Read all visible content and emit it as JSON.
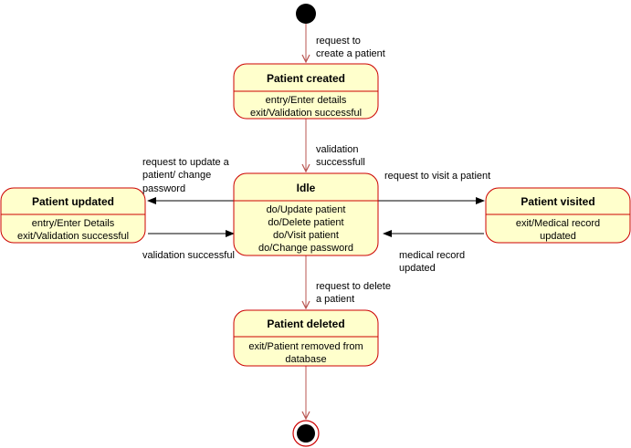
{
  "colors": {
    "state_fill": "#ffffcc",
    "state_stroke": "#cc0000",
    "arrow_red": "#b85450",
    "arrow_black": "#000000"
  },
  "states": {
    "created": {
      "title": "Patient created",
      "lines": [
        "entry/Enter details",
        "exit/Validation successful"
      ]
    },
    "idle": {
      "title": "Idle",
      "lines": [
        "do/Update patient",
        "do/Delete patient",
        "do/Visit patient",
        "do/Change password"
      ]
    },
    "updated": {
      "title": "Patient updated",
      "lines": [
        "entry/Enter Details",
        "exit/Validation successful"
      ]
    },
    "visited": {
      "title": "Patient visited",
      "lines": [
        "exit/Medical record",
        "updated"
      ]
    },
    "deleted": {
      "title": "Patient deleted",
      "lines": [
        "exit/Patient removed from",
        "database"
      ]
    }
  },
  "transitions": {
    "create": [
      "request to",
      "create a patient"
    ],
    "validation": [
      "validation",
      "successfull"
    ],
    "update_request": [
      "request to update a",
      "patient/ change",
      "password"
    ],
    "update_validation": [
      "validation successful"
    ],
    "visit_request": [
      "request to visit a patient"
    ],
    "visit_return": [
      "medical record",
      "updated"
    ],
    "delete_request": [
      "request to delete",
      "a patient"
    ]
  }
}
